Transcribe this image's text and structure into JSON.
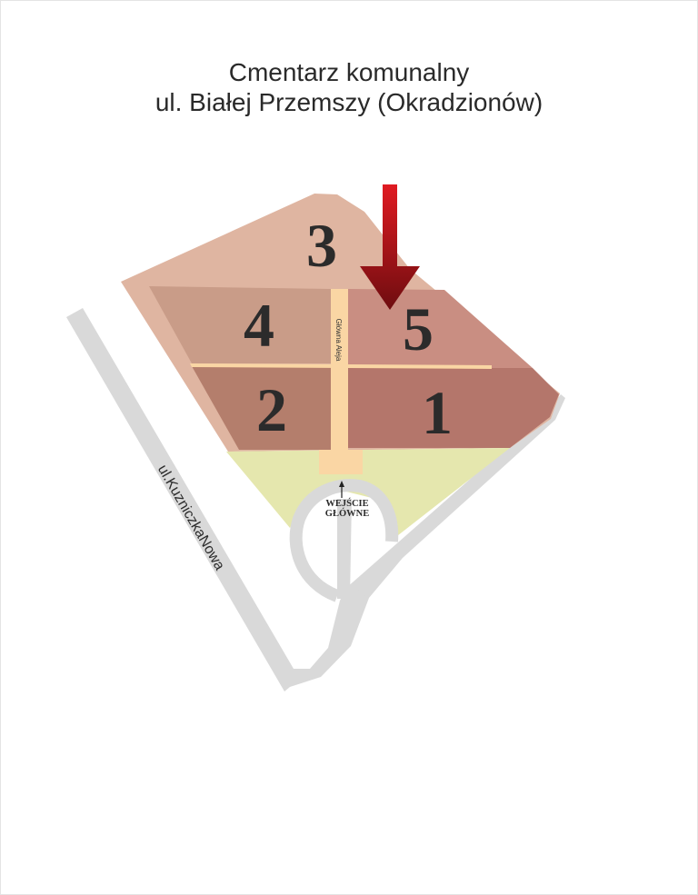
{
  "title": {
    "line1": "Cmentarz komunalny",
    "line2": "ul. Białej Przemszy (Okradzionów)"
  },
  "sectors": [
    {
      "number": "3",
      "color": "#dfb5a1"
    },
    {
      "number": "4",
      "color": "#c99c88"
    },
    {
      "number": "5",
      "color": "#c98e82"
    },
    {
      "number": "2",
      "color": "#b47e6c"
    },
    {
      "number": "1",
      "color": "#b4766b"
    }
  ],
  "main_alley": {
    "label": "Główna Aleja",
    "color": "#fad6a4"
  },
  "entrance": {
    "line1": "WEJŚCIE",
    "line2": "GŁÓWNE"
  },
  "street": {
    "label": "ul.KuzniczkaNowa",
    "color": "#d9d9d9"
  },
  "colors": {
    "outer_ground": "#dfb5a1",
    "green_area": "#e5e7ae",
    "road": "#d9d9d9",
    "arrow": "#c8161d"
  }
}
